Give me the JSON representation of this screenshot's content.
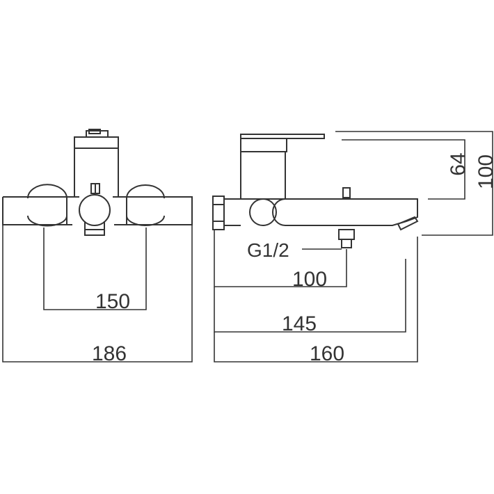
{
  "front_view": {
    "dim_150": "150",
    "dim_186": "186"
  },
  "side_view": {
    "thread_label": "G1/2",
    "dim_100_horizontal": "100",
    "dim_145": "145",
    "dim_160": "160",
    "dim_64": "64",
    "dim_100_vertical": "100"
  }
}
